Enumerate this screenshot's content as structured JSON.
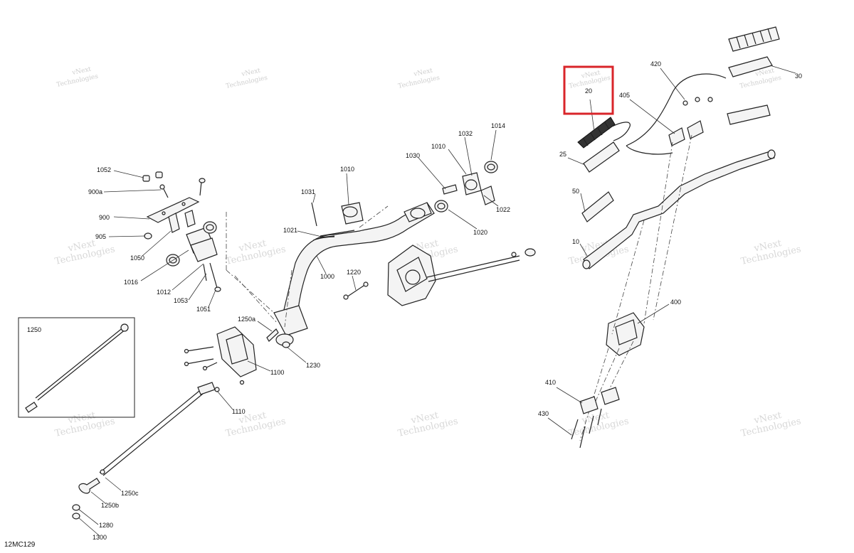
{
  "figure_code": "12MC129",
  "watermark": {
    "line1": "vNext",
    "line2": "Technologies"
  },
  "inset_label": "1250",
  "highlighted_part": "20",
  "highlight_color": "#d9252a",
  "labels": {
    "l1052": "1052",
    "l900a": "900a",
    "l900": "900",
    "l905": "905",
    "l1050": "1050",
    "l1016": "1016",
    "l1012": "1012",
    "l1053": "1053",
    "l1051": "1051",
    "l1031": "1031",
    "l1010a": "1010",
    "l1021": "1021",
    "l1000": "1000",
    "l1220": "1220",
    "l1250a": "1250a",
    "l1230": "1230",
    "l1100": "1100",
    "l1110": "1110",
    "l1250c": "1250c",
    "l1250b": "1250b",
    "l1280": "1280",
    "l1300": "1300",
    "l1030": "1030",
    "l1010b": "1010",
    "l1032": "1032",
    "l1014": "1014",
    "l1022": "1022",
    "l1020": "1020",
    "l420": "420",
    "l30": "30",
    "l405": "405",
    "l20": "20",
    "l25": "25",
    "l50": "50",
    "l10": "10",
    "l400": "400",
    "l410": "410",
    "l430": "430"
  }
}
